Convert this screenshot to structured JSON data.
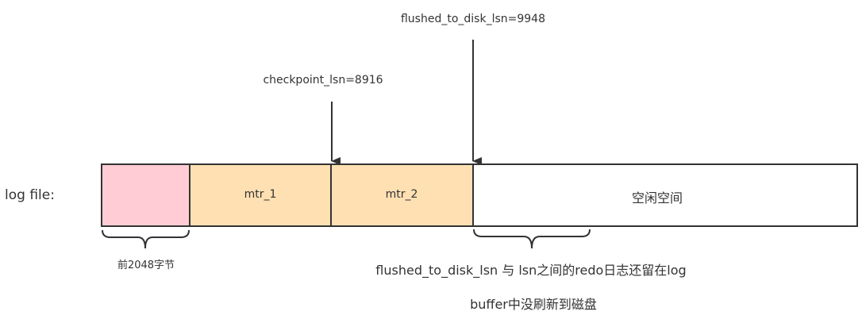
{
  "labels": {
    "log_file": "log file:",
    "flushed_to_disk_lsn": "flushed_to_disk_lsn=9948",
    "checkpoint_lsn": "checkpoint_lsn=8916",
    "mtr_1": "mtr_1",
    "mtr_2": "mtr_2",
    "free_space": "空闲空间",
    "first_2048": "前2048字节",
    "note_line1": "flushed_to_disk_lsn 与 lsn之间的redo日志还留在log",
    "note_line2": "buffer中没刷新到磁盘"
  },
  "colors": {
    "header_block": "#ffccd5",
    "mtr_block": "#ffe0b3",
    "free_block": "#ffffff",
    "stroke": "#333333"
  }
}
